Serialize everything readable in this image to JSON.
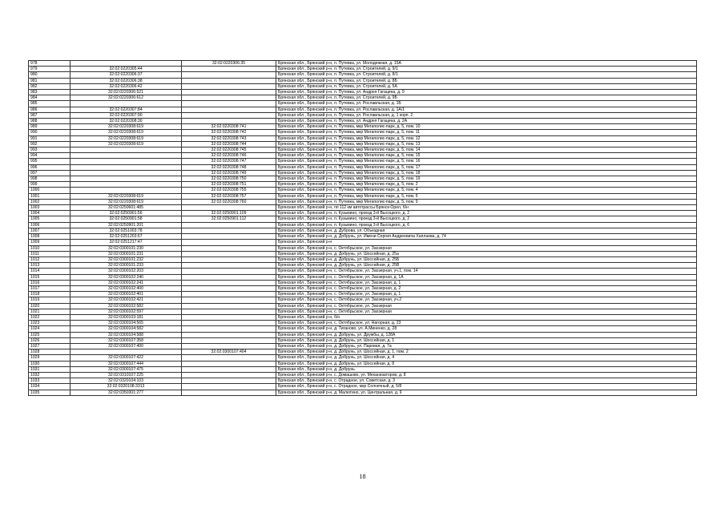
{
  "page_number": "18",
  "rows": [
    [
      "978",
      "",
      "32:02:0220306:35",
      "Брянская обл., Брянский р-н, п. Путевка, ул. Молодежная, д. 15А"
    ],
    [
      "979",
      "32:02:0220305:44",
      "",
      "Брянская обл., Брянский р-н, п. Путевка, ул. Строителей, д. 9/1"
    ],
    [
      "980",
      "32:02:0220306:37",
      "",
      "Брянская обл., Брянский р-н, п. Путевка, ул. Строителей, д. 8/1"
    ],
    [
      "981",
      "32:02:0220306:38",
      "",
      "Брянская обл., Брянский р-н, п. Путевка, ул. Строителей, д. 8Б"
    ],
    [
      "982",
      "32:02:0220306:42",
      "",
      "Брянская обл., Брянский р-н, п. Путевка, ул. Строителей, д. 5А"
    ],
    [
      "983",
      "32:02:0220306:521",
      "",
      "Брянская обл., Брянский р-н, п. Путевка, ул. Андрея Гагацина, д. 9"
    ],
    [
      "984",
      "32:02:0220306:612",
      "",
      "Брянская обл., Брянский р-н, п. Путевка, ул. Строителей, д. 9Б"
    ],
    [
      "985",
      "",
      "",
      "Брянская обл., Брянский р-н, п. Путевка, ул. Рославльская, д. 1Б"
    ],
    [
      "986",
      "32:02:0220307:84",
      "",
      "Брянская обл., Брянский р-н, п. Путевка, ул. Рославльская, д. 1А/1"
    ],
    [
      "987",
      "32:02:0220307:90",
      "",
      "Брянская обл., Брянский р-н, п. Путевка, ул. Рославльская, д. 1 корп. 2"
    ],
    [
      "988",
      "32:02:0220308:30",
      "",
      "Брянская обл., Брянский р-н, п. Путевка, ул. Андрея Гагацина, д. 2А"
    ],
    [
      "989",
      "32:02:0220308:619",
      "32:02:0220308:741",
      "Брянская обл., Брянский р-н, п. Путевка, мкр Мегаполис-парк, д. 5, пом. 10"
    ],
    [
      "990",
      "32:02:0220308:619",
      "32:02:0220308:742",
      "Брянская обл., Брянский р-н, п. Путевка, мкр Мегаполис-парк, д. 5, пом. 11"
    ],
    [
      "991",
      "32:02:0220308:619",
      "32:02:0220308:743",
      "Брянская обл., Брянский р-н, п. Путевка, мкр Мегаполис-парк, д. 5, пом. 12"
    ],
    [
      "992",
      "32:02:0220308:619",
      "32:02:0220308:744",
      "Брянская обл., Брянский р-н, п. Путевка, мкр Мегаполис-парк, д. 5, пом. 13"
    ],
    [
      "993",
      "",
      "32:02:0220308:745",
      "Брянская обл., Брянский р-н, п. Путевка, мкр Мегаполис-парк, д. 5, пом. 14"
    ],
    [
      "994",
      "",
      "32:02:0220308:746",
      "Брянская обл., Брянский р-н, п. Путевка, мкр Мегаполис-парк, д. 5, пом. 15"
    ],
    [
      "995",
      "",
      "32:02:0220308:747",
      "Брянская обл., Брянский р-н, п. Путевка, мкр Мегаполис-парк, д. 5, пом. 16"
    ],
    [
      "996",
      "",
      "32:02:0220308:748",
      "Брянская обл., Брянский р-н, п. Путевка, мкр Мегаполис-парк, д. 5, пом. 17"
    ],
    [
      "997",
      "",
      "32:02:0220308:749",
      "Брянская обл., Брянский р-н, п. Путевка, мкр Мегаполис-парк, д. 5, пом. 18"
    ],
    [
      "998",
      "",
      "32:02:0220308:750",
      "Брянская обл., Брянский р-н, п. Путевка, мкр Мегаполис-парк, д. 5, пом. 19"
    ],
    [
      "999",
      "",
      "32:02:0220308:751",
      "Брянская обл., Брянский р-н, п. Путевка, мкр Мегаполис-парк, д. 5, пом. 2"
    ],
    [
      "1000",
      "",
      "32:02:0220308:755",
      "Брянская обл., Брянский р-н, п. Путевка, мкр Мегаполис-парк, д. 5, пом. 4"
    ],
    [
      "1001",
      "32:02:0220308:619",
      "32:02:0220308:757",
      "Брянская обл., Брянский р-н, п. Путевка, мкр Мегаполис-парк, д. 5, пом. 6"
    ],
    [
      "1002",
      "32:02:0220308:619",
      "32:02:0220308:760",
      "Брянская обл., Брянский р-н, п. Путевка, мкр Мегаполис-парк, д. 5, пом. 9"
    ],
    [
      "1003",
      "32:02:0250601:485",
      "",
      "Брянская обл., Брянский р-н, пп 112 км автотрассы Брянск-Орел, б/н"
    ],
    [
      "1004",
      "32:02:0250901:56",
      "32:02:0250901:109",
      "Брянская обл., Брянский р-н, п. Кузьмино, проезд 3-й Высоцкого, д. 2"
    ],
    [
      "1005",
      "32:02:0250901:58",
      "32:02:0250901:112",
      "Брянская обл., Брянский р-н, п. Кузьмино, проезд 3-й Высоцкого, д. 2"
    ],
    [
      "1006",
      "32:02:0250901:201",
      "",
      "Брянская обл., Брянский р-н, п. Кузьмино, проезд 3-й Высоцкого, д. 6"
    ],
    [
      "1007",
      "32:02:0251003:78",
      "",
      "Брянская обл., Брянский р-н, д. Дуброва, ул. Объездная"
    ],
    [
      "1008",
      "32:02:0251203:67",
      "",
      "Брянская обл., Брянский р-н, д. Добрунь, ул. Имени Сергия Андреевича Хаплаева, д. 74"
    ],
    [
      "1009",
      "32:02:0251217:47",
      "",
      "Брянская обл., Брянский р-н"
    ],
    [
      "1010",
      "32:02:0300101:230",
      "",
      "Брянская обл., Брянский р-н, с. Октябрьское, ул. Заозерная"
    ],
    [
      "1011",
      "32:02:0300101:231",
      "",
      "Брянская обл., Брянский р-н, д. Добрунь, ул. Шоссейная, д. 25а"
    ],
    [
      "1012",
      "32:02:0300101:232",
      "",
      "Брянская обл., Брянский р-н, д. Добрунь, ул. Шоссейная, д. 25Б"
    ],
    [
      "1013",
      "32:02:0300101:233",
      "",
      "Брянская обл., Брянский р-н, д. Добрунь, ул. Шоссейная, д. 25В"
    ],
    [
      "1014",
      "32:02:0300102:203",
      "",
      "Брянская обл., Брянский р-н, с. Октябрьское, ул. Заозерная, уч.1, пом. 14"
    ],
    [
      "1015",
      "32:02:0300102:240",
      "",
      "Брянская обл., Брянский р-н, с. Октябрьское, ул. Заозерная, д. 1А"
    ],
    [
      "1016",
      "32:02:0300102:241",
      "",
      "Брянская обл., Брянский р-н, с. Октябрьское, ул. Заозерная, д. 1"
    ],
    [
      "1017",
      "32:02:0300102:400",
      "",
      "Брянская обл., Брянский р-н, с. Октябрьское, ул. Заозерная, д. 2"
    ],
    [
      "1018",
      "32:02:0300102:401",
      "",
      "Брянская обл., Брянский р-н, с. Октябрьское, ул. Заозерная, д. 1"
    ],
    [
      "1019",
      "32:02:0300102:421",
      "",
      "Брянская обл., Брянский р-н, с. Октябрьское, ул. Заозерная, уч.2"
    ],
    [
      "1020",
      "32:02:0300102:582",
      "",
      "Брянская обл., Брянский р-н, с. Октябрьское, ул. Заозерная"
    ],
    [
      "1021",
      "32:02:0300102:597",
      "",
      "Брянская обл., Брянский р-н, с. Октябрьское, ул. Заозерная"
    ],
    [
      "1022",
      "32:02:0300103:181",
      "",
      "Брянская обл., Брянский р-н, б/н"
    ],
    [
      "1023",
      "32:02:0300104:565",
      "",
      "Брянская обл., Брянский р-н, с. Октябрьское, ул. Нагорная, д. 23"
    ],
    [
      "1024",
      "32:02:0300104:582",
      "",
      "Брянская обл., Брянский р-н, д. Тиганово, ул. А.Миненко, д. 28"
    ],
    [
      "1025",
      "32:02:0300104:588",
      "",
      "Брянская обл., Брянский р-н, д. Добрунь, ул. Дружбы, д. 128А"
    ],
    [
      "1026",
      "32:02:0300107:358",
      "",
      "Брянская обл., Брянский р-н, д. Добрунь, ул. Шоссейная, д. 1"
    ],
    [
      "1027",
      "32:02:0300107:400",
      "",
      "Брянская обл., Брянский р-н, д. Добрунь, ул. Паровая, д. 7а"
    ],
    [
      "1028",
      "",
      "32:02:0300107:404",
      "Брянская обл., Брянский р-н, д. Добрунь, ул. Шоссейная, д. 1, пом. 2"
    ],
    [
      "1029",
      "32:02:0300107:422",
      "",
      "Брянская обл., Брянский р-н, д. Добрунь, ул. Шоссейная, д. 4"
    ],
    [
      "1030",
      "32:02:0300107:444",
      "",
      "Брянская обл., Брянский р-н, д. Добрунь, ул. Шоссейная, д. 8"
    ],
    [
      "1031",
      "32:02:0300107:475",
      "",
      "Брянская обл., Брянский р-н, д. Добрунь"
    ],
    [
      "1032",
      "32:02:0310107:225",
      "",
      "Брянская обл., Брянский р-н, с. Домашово, ул. Механизаторов, д. 8"
    ],
    [
      "1033",
      "32:02:0320104:103",
      "",
      "Брянская обл., Брянский р-н, с. Отрадное, ул. Советская, д. 3"
    ],
    [
      "1034",
      "32:02:0320108:3313",
      "",
      "Брянская обл., Брянский р-н, с. Отрадное, мкр Солнечный, д. 5/8"
    ],
    [
      "1035",
      "32:02:0350301:277",
      "",
      "Брянская обл., Брянский р-н, д. Малютино, ул. Центральная, д. 9"
    ]
  ]
}
